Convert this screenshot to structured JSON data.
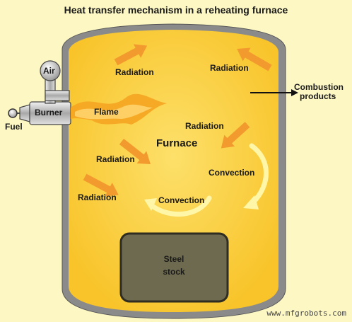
{
  "title": "Heat transfer mechanism in a reheating furnace",
  "labels": {
    "air": "Air",
    "burner": "Burner",
    "fuel": "Fuel",
    "flame": "Flame",
    "furnace": "Furnace",
    "steel_line1": "Steel",
    "steel_line2": "stock",
    "combustion_line1": "Combustion",
    "combustion_line2": "products",
    "radiation_top_left": "Radiation",
    "radiation_top_right": "Radiation",
    "radiation_mid_right": "Radiation",
    "radiation_mid_left": "Radiation",
    "radiation_bottom_left": "Radiation",
    "convection_right": "Convection",
    "convection_bottom": "Convection"
  },
  "watermark": "www.mfgrobots.com",
  "colors": {
    "background": "#fdf7c3",
    "furnace_fill": "#fcd13a",
    "furnace_wall": "#7a7a7a",
    "steel_fill": "#6e6a4f",
    "radiation_arrow": "#f29a2e",
    "convection_arrow": "#fff6a8",
    "flame": "#f5a623"
  }
}
